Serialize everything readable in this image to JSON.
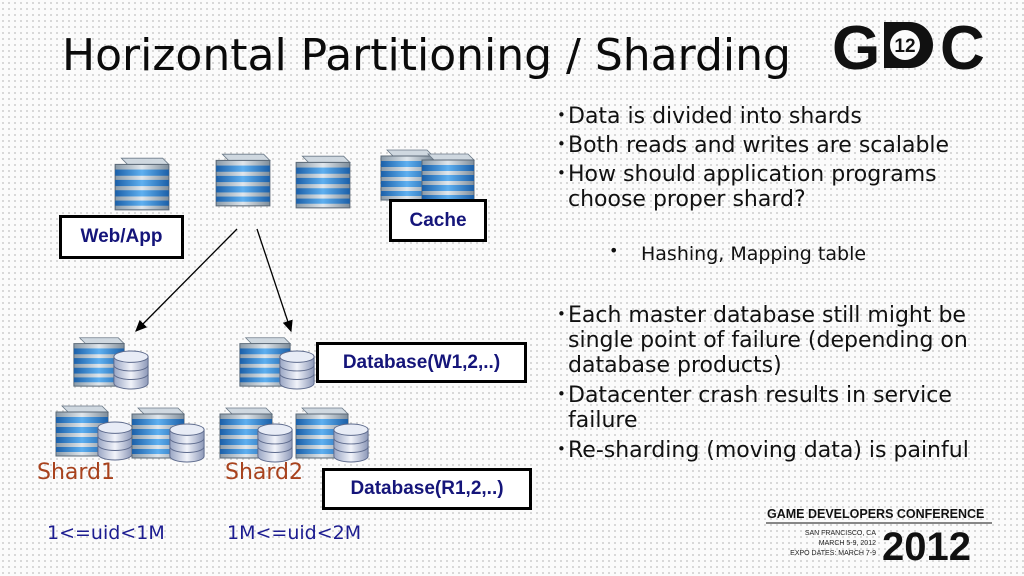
{
  "slide": {
    "title": "Horizontal Partitioning / Sharding",
    "logo": {
      "text_left": "G",
      "text_number": "12",
      "text_right": "C"
    },
    "labels": {
      "web_app": "Web/App",
      "cache": "Cache",
      "db_write": "Database(W1,2,..)",
      "db_read": "Database(R1,2,..)"
    },
    "shards": [
      {
        "name": "Shard1",
        "range": "1<=uid<1M"
      },
      {
        "name": "Shard2",
        "range": "1M<=uid<2M"
      }
    ],
    "bullets": [
      "Data is divided into shards",
      "Both reads and writes are scalable",
      "How should application programs choose proper shard?",
      "Each master database still might be single point of failure (depending on database products)",
      "Datacenter crash results in service failure",
      "Re-sharding (moving data) is painful"
    ],
    "sub_bullets": [
      "Hashing, Mapping table"
    ],
    "conference": {
      "name": "GAME DEVELOPERS CONFERENCE",
      "city": "SAN FRANCISCO, CA",
      "dates": "MARCH 5-9, 2012",
      "expo": "EXPO DATES: MARCH 7-9",
      "year": "2012"
    }
  },
  "colors": {
    "accent_blue": "#1c1c90",
    "shard_orange": "#a8421d",
    "server_blue": "#3f8fd4"
  },
  "icons": [
    "server-icon",
    "database-cylinder-icon",
    "arrow-icon"
  ]
}
